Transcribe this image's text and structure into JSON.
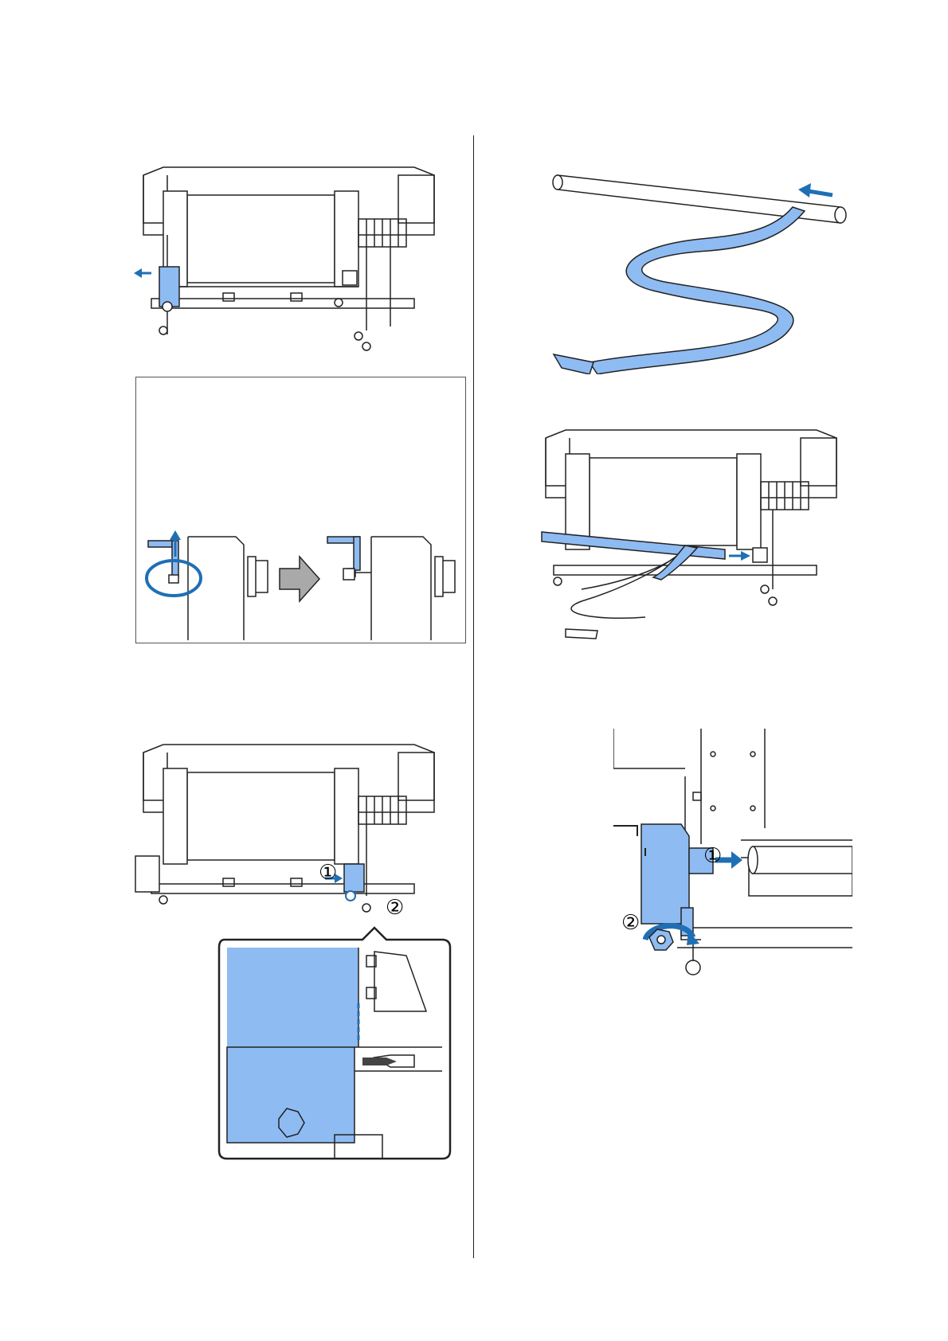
{
  "markers": {
    "fig3_step1": "①",
    "fig3_step2": "②",
    "fig6_step1": "①",
    "fig6_step2": "②"
  },
  "colors": {
    "accent": "#8ebbf2",
    "arrow": "#1f6fb5",
    "line": "#222222",
    "gray_arrow": "#a9a9a9"
  },
  "icons": {
    "move_arrow": "arrow-left-icon",
    "right_arrow": "arrow-right-icon",
    "rotate": "rotate-arrow-icon"
  }
}
